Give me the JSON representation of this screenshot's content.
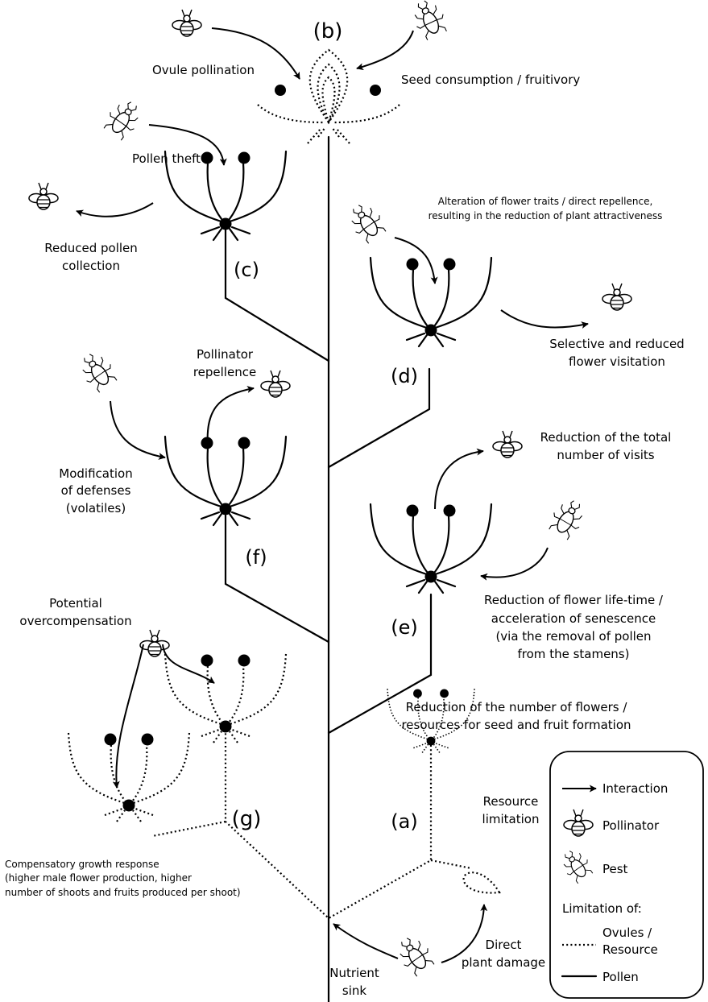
{
  "labels": {
    "a": "(a)",
    "b": "(b)",
    "c": "(c)",
    "d": "(d)",
    "e": "(e)",
    "f": "(f)",
    "g": "(g)"
  },
  "annotations": {
    "ovule_pollination": "Ovule pollination",
    "seed_consumption": "Seed consumption / fruitivory",
    "pollen_theft": "Pollen theft",
    "reduced_pollen_1": "Reduced pollen",
    "reduced_pollen_2": "collection",
    "alteration_1": "Alteration of flower traits / direct repellence,",
    "alteration_2": "resulting in the reduction of plant attractiveness",
    "selective_1": "Selective and reduced",
    "selective_2": "flower visitation",
    "pollinator_rep_1": "Pollinator",
    "pollinator_rep_2": "repellence",
    "modification_1": "Modification",
    "modification_2": "of defenses",
    "modification_3": "(volatiles)",
    "reduction_visits_1": "Reduction of the total",
    "reduction_visits_2": "number of visits",
    "lifetime_1": "Reduction of flower life-time /",
    "lifetime_2": "acceleration of senescence",
    "lifetime_3": "(via the removal of pollen",
    "lifetime_4": "from the stamens)",
    "potential_1": "Potential",
    "potential_2": "overcompensation",
    "reduction_flowers_1": "Reduction of the number of flowers /",
    "reduction_flowers_2": "resources for seed and fruit formation",
    "resource_lim_1": "Resource",
    "resource_lim_2": "limitation",
    "compensatory_1": "Compensatory growth response",
    "compensatory_2": "(higher male flower production, higher",
    "compensatory_3": "number of shoots and fruits produced per shoot)",
    "nutrient_1": "Nutrient",
    "nutrient_2": "sink",
    "direct_1": "Direct",
    "direct_2": "plant damage"
  },
  "legend": {
    "interaction": "Interaction",
    "pollinator": "Pollinator",
    "pest": "Pest",
    "limitation_title": "Limitation of:",
    "ovules_1": "Ovules /",
    "ovules_2": "Resource",
    "pollen": "Pollen"
  },
  "icons": [
    "pollinator-icon",
    "pest-icon",
    "interaction-arrow-icon"
  ]
}
